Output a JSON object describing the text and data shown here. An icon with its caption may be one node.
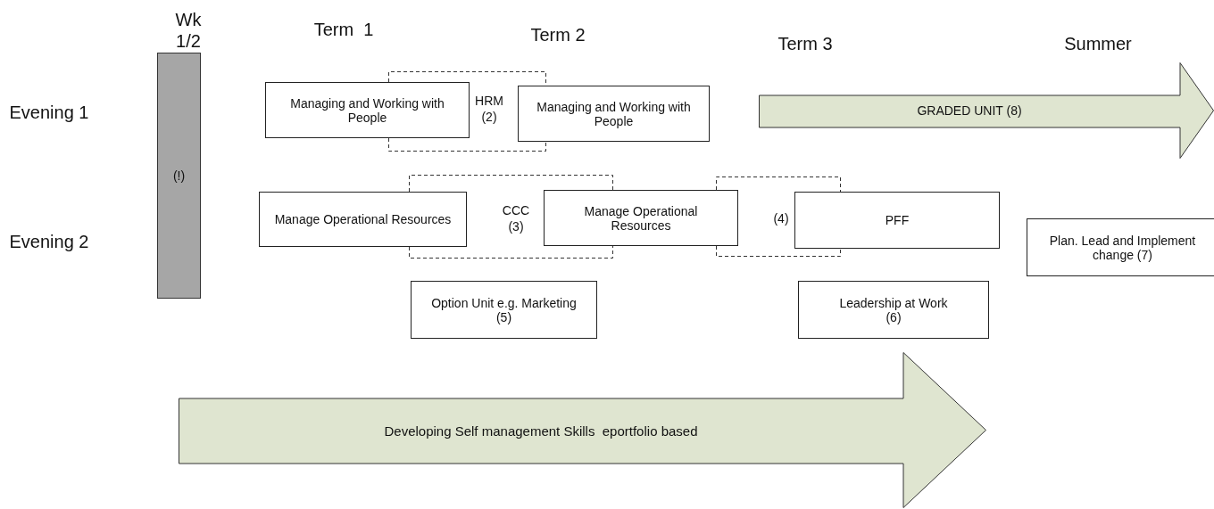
{
  "diagram": {
    "nodes": [
      {
        "text": [
          "(!)"
        ]
      },
      {
        "text": [
          "Managing and Working with People"
        ]
      },
      {
        "text": [
          "HRM (2)"
        ]
      },
      {
        "text": [
          "Managing and Working with People"
        ]
      },
      {
        "text": [
          "GRADED UNIT (8)"
        ]
      },
      {
        "text": [
          "Manage Operational Resources"
        ]
      },
      {
        "text": [
          "CCC (3)"
        ]
      },
      {
        "text": [
          "Manage Operational Resources"
        ]
      },
      {
        "text": [
          "(4)"
        ]
      },
      {
        "text": [
          "PFF"
        ]
      },
      {
        "text": [
          "Plan. Lead and Implement change (7)"
        ]
      },
      {
        "text": [
          "Option Unit e.g. Marketing (5)"
        ]
      },
      {
        "text": [
          "Leadership at Work (6)"
        ]
      },
      {
        "text": [
          "Developing Self management Skills  eportfolio based"
        ]
      }
    ],
    "labels": [
      "Wk 1/2",
      "Term  1",
      "Term 2",
      "Term 3",
      "Summer",
      "Evening 1",
      "Evening 2"
    ]
  }
}
